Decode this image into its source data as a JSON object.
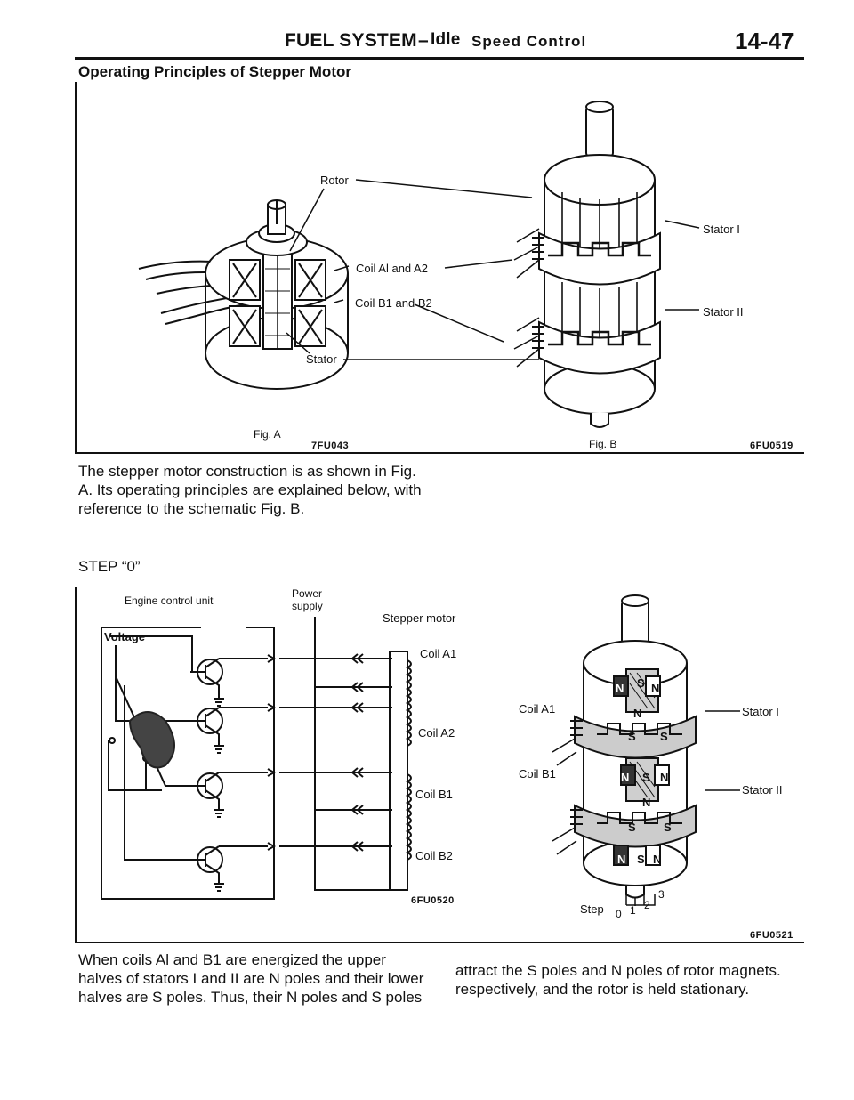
{
  "header": {
    "title": "FUEL SYSTEM",
    "dash": "–",
    "idle": "Idle",
    "subtitle": "Speed Control",
    "page": "14-47"
  },
  "section_title": "Operating Principles of Stepper Motor",
  "figure1": {
    "labels": {
      "rotor": "Rotor",
      "coil_a": "Coil Al and A2",
      "coil_b": "Coil B1 and B2",
      "stator": "Stator",
      "stator_1": "Stator I",
      "stator_2": "Stator II",
      "fig_a": "Fig. A",
      "fig_b": "Fig. B",
      "code_a": "7FU043",
      "code_b": "6FU0519"
    }
  },
  "intro_paragraph": [
    "The stepper motor construction is as shown in Fig.",
    "A. Its operating principles are explained below, with",
    "reference to the schematic Fig. B."
  ],
  "step_label": "STEP “0”",
  "figure2": {
    "labels": {
      "ecu": "Engine control unit",
      "power": "Power",
      "supply": "supply",
      "stepper": "Stepper motor",
      "voltage": "Voltage",
      "coil_a1": "Coil A1",
      "coil_a2": "Coil A2",
      "coil_b1": "Coil B1",
      "coil_b2": "Coil B2",
      "code_c": "6FU0520",
      "coil_a1_r": "Coil A1",
      "coil_b1_r": "Coil B1",
      "stator_1": "Stator I",
      "stator_2": "Stator II",
      "step": "Step",
      "s0": "0",
      "s1": "1",
      "s2": "2",
      "s3": "3",
      "code_d": "6FU0521",
      "N": "N",
      "S": "S"
    }
  },
  "paragraph_left": [
    "When coils Al and B1 are energized the upper",
    "halves of stators I and II are N poles and their lower",
    "halves are S poles. Thus, their N poles and S poles"
  ],
  "paragraph_right": [
    "attract the S poles and N poles of rotor magnets.",
    "respectively, and the rotor is held stationary."
  ]
}
